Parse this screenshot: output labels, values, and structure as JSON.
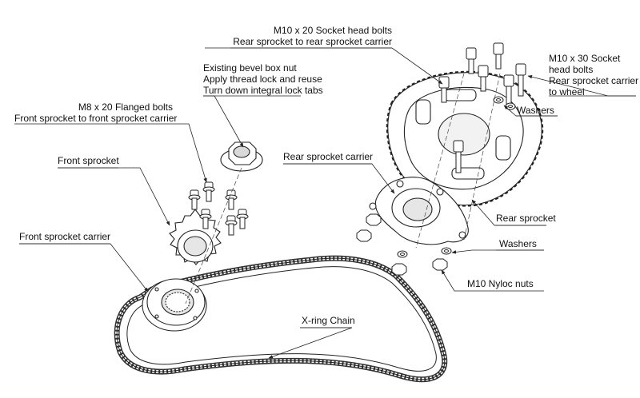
{
  "labels": {
    "m10x20": {
      "line1": "M10 x 20 Socket head bolts",
      "line2": "Rear sprocket to rear sprocket carrier"
    },
    "m10x30": {
      "line1": "M10 x 30 Socket",
      "line2": "head bolts",
      "line3": "Rear sprocket carrier",
      "line4": "to wheel"
    },
    "bevel_nut": {
      "line1": "Existing bevel box nut",
      "line2": "Apply thread lock and reuse",
      "line3": "Turn down integral lock tabs"
    },
    "m8x20": {
      "line1": "M8 x 20 Flanged bolts",
      "line2": "Front sprocket to front sprocket carrier"
    },
    "washers_top": "Washers",
    "rear_carrier": "Rear sprocket carrier",
    "front_sprocket": "Front sprocket",
    "rear_sprocket": "Rear sprocket",
    "front_carrier": "Front sprocket carrier",
    "washers_bottom": "Washers",
    "nyloc": "M10 Nyloc nuts",
    "chain": "X-ring Chain"
  },
  "colors": {
    "line": "#222222",
    "paper": "#ffffff",
    "part_fill": "#ffffff",
    "shade": "#d9d9d9"
  }
}
